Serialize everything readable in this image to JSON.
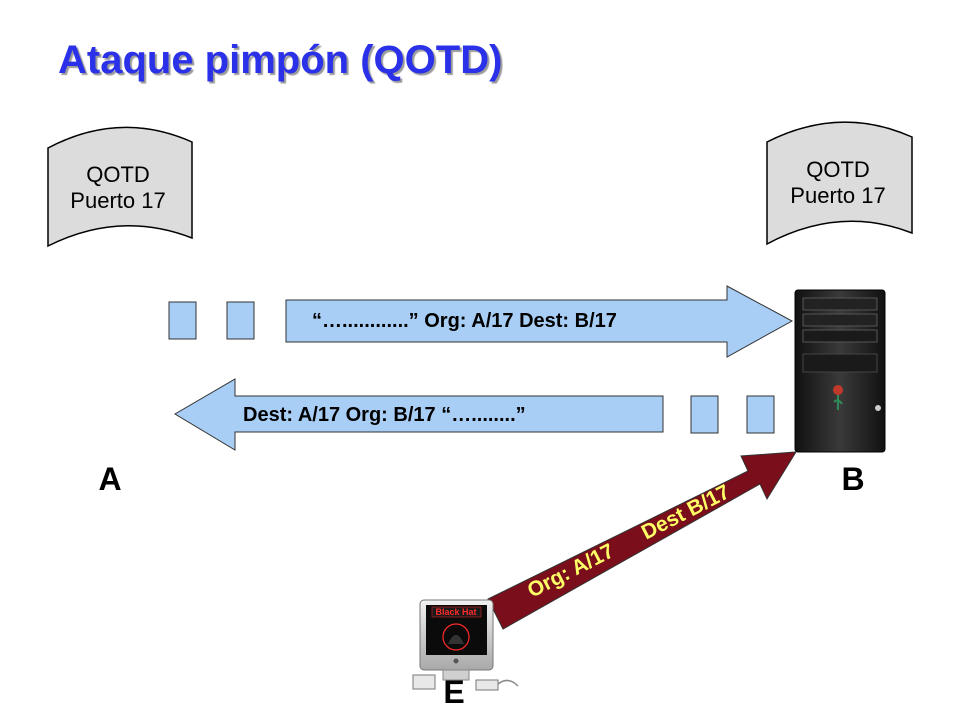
{
  "title": "Ataque pimpón (QOTD)",
  "doc_left": {
    "line1": "QOTD",
    "line2": "Puerto 17"
  },
  "doc_right": {
    "line1": "QOTD",
    "line2": "Puerto 17"
  },
  "arrow_to_b": {
    "text": "“…............”  Org: A/17   Dest: B/17"
  },
  "arrow_to_a": {
    "text": "Dest: A/17  Org: B/17  “…........”"
  },
  "attack_arrow": {
    "org": "Org: A/17",
    "dest": "Dest B/17"
  },
  "nodes": {
    "a": "A",
    "b": "B",
    "e": "E"
  },
  "monitor_logo": "Black Hat",
  "colors": {
    "title": "#2B31E8",
    "arrow_fill": "#A9CEF5",
    "attack_fill": "#7A0E1B",
    "attack_text": "#FFFF66",
    "doc_fill": "#DCDCDC"
  }
}
